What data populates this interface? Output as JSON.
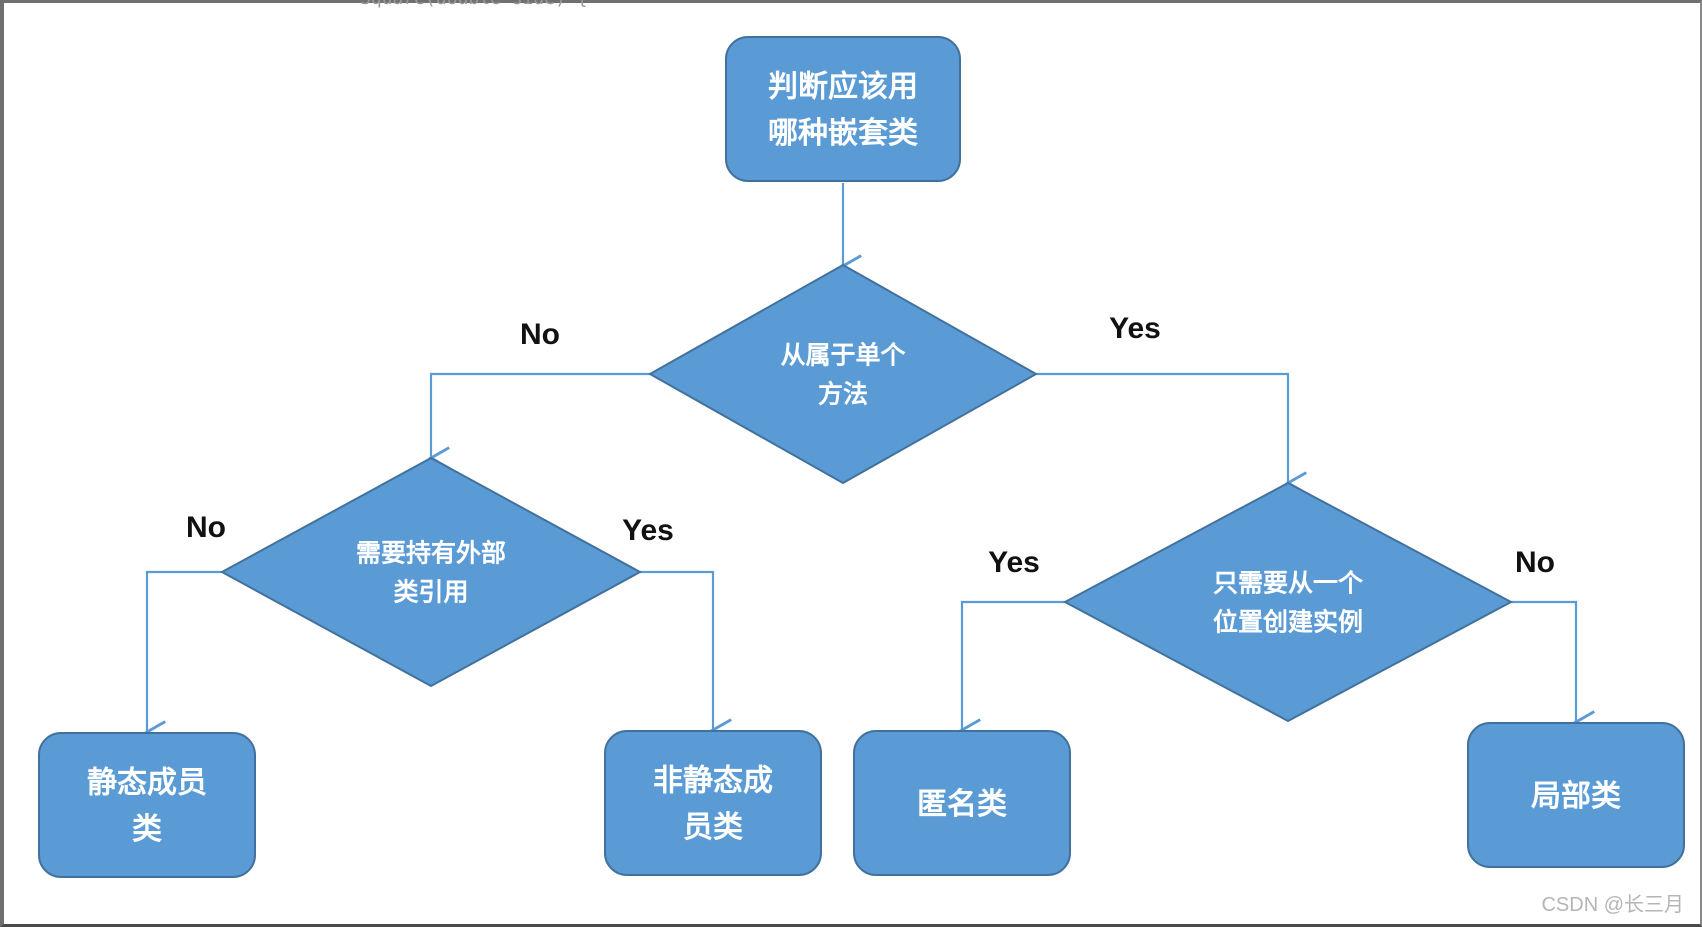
{
  "colors": {
    "node_fill": "#5b9bd5",
    "node_stroke": "#41719c",
    "connector": "#5b9bd5",
    "label_text": "#111111",
    "node_text": "#ffffff"
  },
  "code_snippet": "Square(double side) {",
  "nodes": [
    {
      "id": "start",
      "shape": "rounded-rect",
      "lines": [
        "判断应该用",
        "哪种嵌套类"
      ]
    },
    {
      "id": "d_method",
      "shape": "diamond",
      "lines": [
        "从属于单个",
        "方法"
      ]
    },
    {
      "id": "d_outer",
      "shape": "diamond",
      "lines": [
        "需要持有外部",
        "类引用"
      ]
    },
    {
      "id": "d_once",
      "shape": "diamond",
      "lines": [
        "只需要从一个",
        "位置创建实例"
      ]
    },
    {
      "id": "static_member",
      "shape": "rounded-rect",
      "lines": [
        "静态成员",
        "类"
      ]
    },
    {
      "id": "nonstatic_member",
      "shape": "rounded-rect",
      "lines": [
        "非静态成",
        "员类"
      ]
    },
    {
      "id": "anonymous",
      "shape": "rounded-rect",
      "lines": [
        "匿名类"
      ]
    },
    {
      "id": "local",
      "shape": "rounded-rect",
      "lines": [
        "局部类"
      ]
    }
  ],
  "edges": [
    {
      "from": "start",
      "to": "d_method",
      "label": ""
    },
    {
      "from": "d_method",
      "to": "d_outer",
      "label": "No"
    },
    {
      "from": "d_method",
      "to": "d_once",
      "label": "Yes"
    },
    {
      "from": "d_outer",
      "to": "static_member",
      "label": "No"
    },
    {
      "from": "d_outer",
      "to": "nonstatic_member",
      "label": "Yes"
    },
    {
      "from": "d_once",
      "to": "anonymous",
      "label": "Yes"
    },
    {
      "from": "d_once",
      "to": "local",
      "label": "No"
    }
  ],
  "watermark": "CSDN @长三月"
}
